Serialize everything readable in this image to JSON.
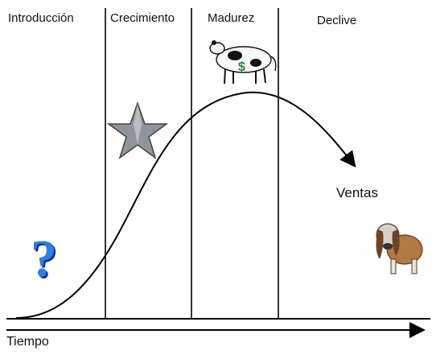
{
  "phases": [
    {
      "label": "Introducción"
    },
    {
      "label": "Crecimiento"
    },
    {
      "label": "Madurez"
    },
    {
      "label": "Declive"
    }
  ],
  "curve_label": "Ventas",
  "axis_label": "Tiempo",
  "icons": {
    "introduction": "question-mark-icon",
    "growth": "star-icon",
    "maturity": "cash-cow-icon",
    "decline": "dog-icon"
  },
  "colors": {
    "line": "#000000",
    "question_mark": "#1f5fbf",
    "star": "#8a9096",
    "cow_spots": "#111111",
    "dollar": "#1f8a3a",
    "dog": "#b07a45"
  }
}
